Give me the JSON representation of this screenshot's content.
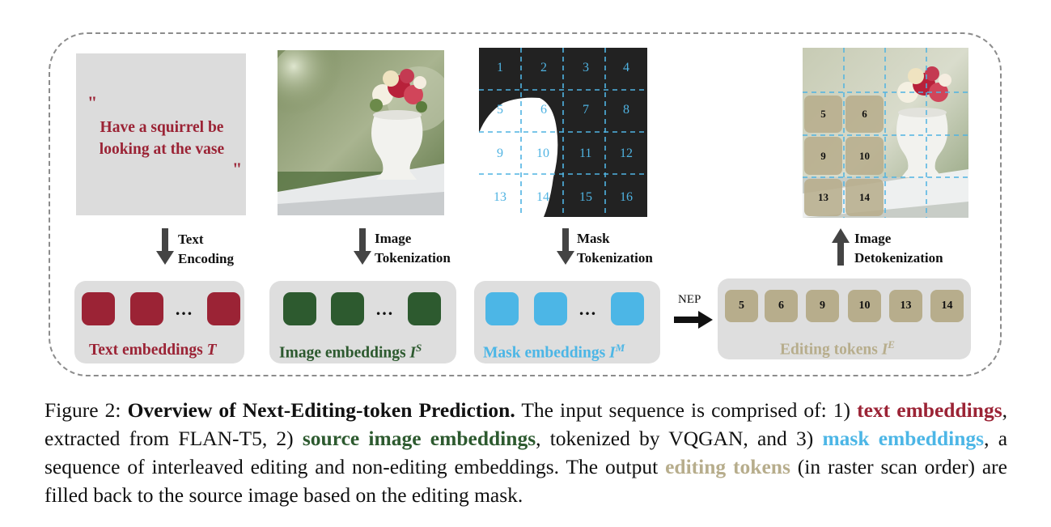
{
  "figure": {
    "prompt": {
      "open_quote": "\"",
      "line1": "Have a squirrel be",
      "line2": "looking at the vase",
      "close_quote": "\""
    },
    "arrows": {
      "text_encoding": [
        "Text",
        "Encoding"
      ],
      "image_tokenization": [
        "Image",
        "Tokenization"
      ],
      "mask_tokenization": [
        "Mask",
        "Tokenization"
      ],
      "image_detokenization": [
        "Image",
        "Detokenization"
      ]
    },
    "mask_grid_numbers": [
      "1",
      "2",
      "3",
      "4",
      "5",
      "6",
      "7",
      "8",
      "9",
      "10",
      "11",
      "12",
      "13",
      "14",
      "15",
      "16"
    ],
    "overlay_tokens": [
      "5",
      "6",
      "9",
      "10",
      "13",
      "14"
    ],
    "groups": {
      "text": {
        "caption": "Text embeddings ",
        "symbol": "T",
        "ellipsis": "…",
        "color": "#9b2335"
      },
      "image": {
        "caption": "Image embeddings ",
        "symbol": "I",
        "sup": "S",
        "ellipsis": "…",
        "color": "#2d5a2f"
      },
      "mask": {
        "caption": "Mask embeddings ",
        "symbol": "I",
        "sup": "M",
        "ellipsis": "…",
        "color": "#4cb6e6"
      },
      "editing": {
        "caption": "Editing tokens ",
        "symbol": "I",
        "sup": "E",
        "tokens": [
          "5",
          "6",
          "9",
          "10",
          "13",
          "14"
        ],
        "color": "#b7ad8c"
      }
    },
    "nep_label": "NEP"
  },
  "caption": {
    "prefix": "Figure 2: ",
    "title": "Overview of Next-Editing-token Prediction.",
    "p1": " The input sequence is comprised of: 1) ",
    "text_emb": "text embeddings",
    "p2": ", extracted from FLAN-T5, 2) ",
    "src_emb": "source image embeddings",
    "p3": ", tokenized by VQGAN, and 3) ",
    "mask_emb": "mask embeddings",
    "p4": ", a sequence of interleaved editing and non-editing embeddings. The output ",
    "edit_tok": "editing tokens",
    "p5": " (in raster scan order) are filled back to the source image based on the editing mask."
  }
}
